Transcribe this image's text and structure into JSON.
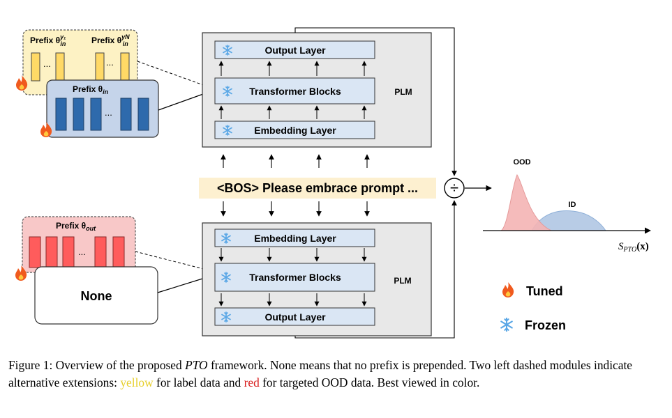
{
  "diagram": {
    "prefix_yellow_left": "Prefix θ",
    "prefix_yellow_left_sup": "y₁",
    "prefix_yellow_right": "Prefix θ",
    "prefix_yellow_right_sup": "yN",
    "prefix_sub_in": "in",
    "prefix_blue": "Prefix θ",
    "prefix_blue_sub": "in",
    "prefix_red": "Prefix θ",
    "prefix_red_sub": "out",
    "ellipsis": "...",
    "none_label": "None",
    "top_plm": {
      "output_layer": "Output Layer",
      "transformer_blocks": "Transformer Blocks",
      "embedding_layer": "Embedding Layer",
      "plm_label": "PLM"
    },
    "bottom_plm": {
      "embedding_layer": "Embedding Layer",
      "transformer_blocks": "Transformer Blocks",
      "output_layer": "Output Layer",
      "plm_label": "PLM"
    },
    "prompt_text": "<BOS> Please embrace prompt ...",
    "divide_symbol": "÷",
    "plot": {
      "ood_label": "OOD",
      "id_label": "ID",
      "x_label_main": "S",
      "x_label_sub": "PTO",
      "x_label_arg": "(x)"
    },
    "legend": {
      "tuned": "Tuned",
      "frozen": "Frozen"
    }
  },
  "caption": {
    "part1": "Figure 1: Overview of the proposed ",
    "pto": "PTO",
    "part2": " framework. None means that no prefix is prepended. Two left dashed modules indicate alternative extensions: ",
    "yellow_word": "yellow",
    "part3": " for label data and ",
    "red_word": "red",
    "part4": " for targeted OOD data. Best viewed in color."
  },
  "colors": {
    "yellow_fill": "#fdf2c4",
    "yellow_bar": "#ffd966",
    "blue_fill": "#c5d4ea",
    "blue_bar": "#2e6aac",
    "red_fill": "#f8c8c8",
    "red_bar": "#ff5c5c",
    "plm_box": "#e8e8e8",
    "layer_box": "#dae6f4",
    "prompt_bg": "#fdf0d0",
    "ood_curve": "#f4b4b4",
    "id_curve": "#b8cce6"
  }
}
